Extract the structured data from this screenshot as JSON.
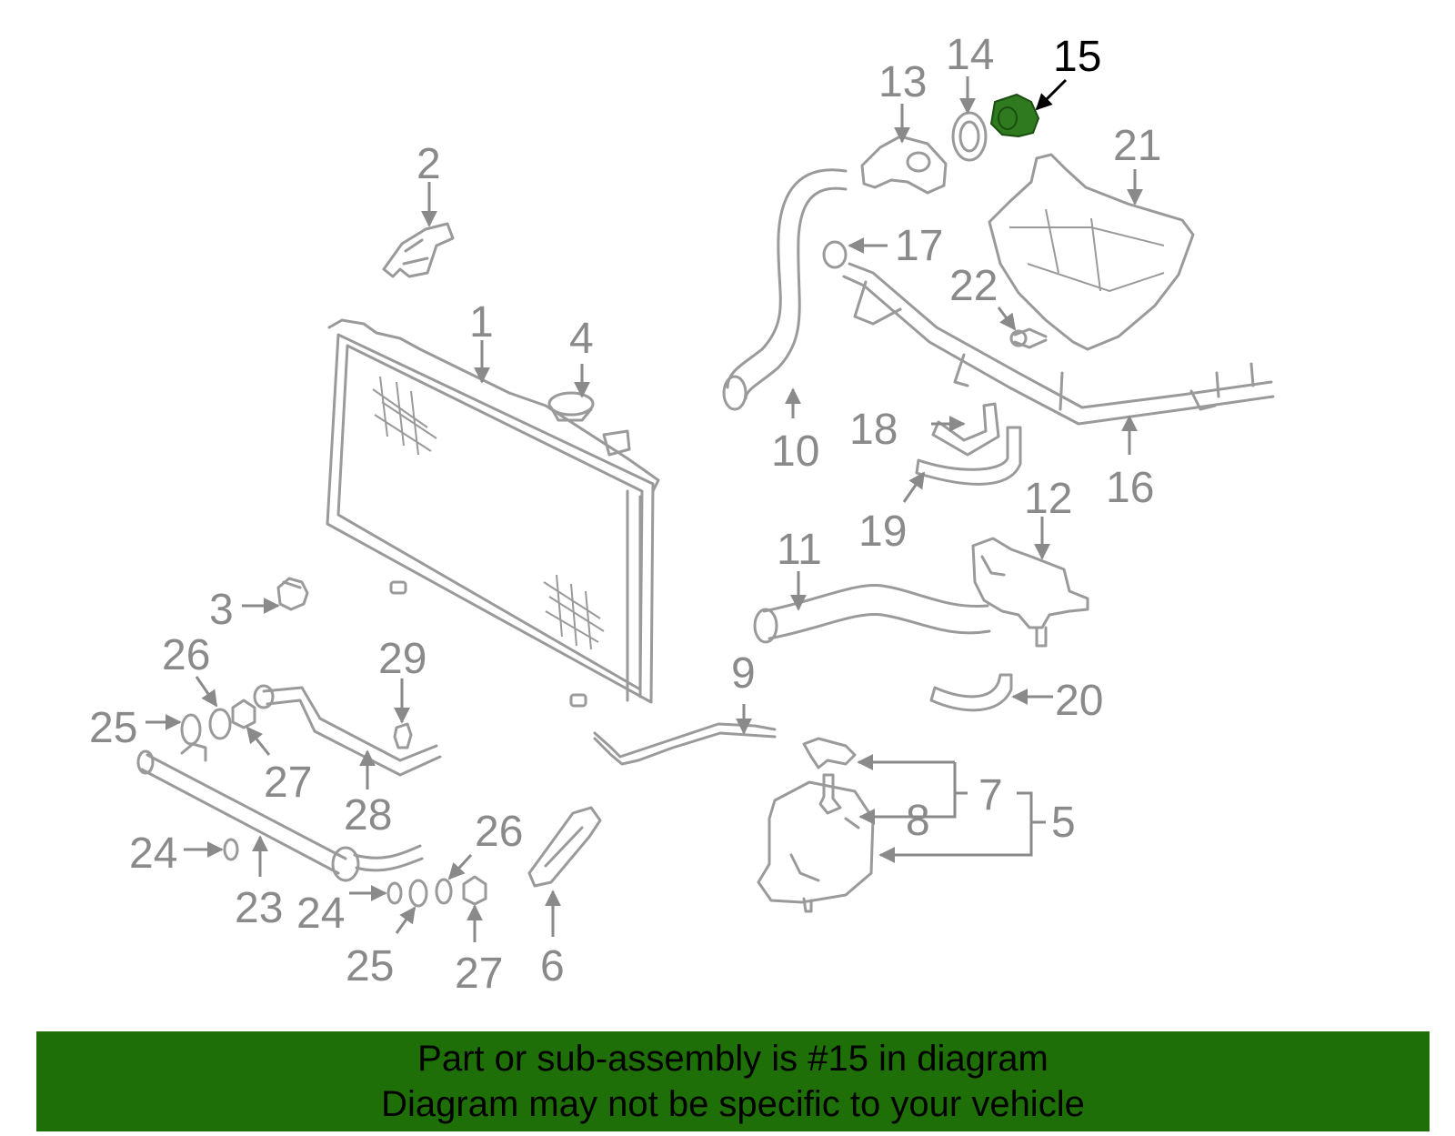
{
  "colors": {
    "part_stroke": "#9a9a9a",
    "label": "#8a8a8a",
    "highlight_part": "#2f7a1f",
    "highlight_label": "#000000",
    "banner_bg": "#1f6f08"
  },
  "highlighted_callout": "15",
  "callouts": [
    {
      "id": "c1",
      "text": "1"
    },
    {
      "id": "c2",
      "text": "2"
    },
    {
      "id": "c3",
      "text": "3"
    },
    {
      "id": "c4",
      "text": "4"
    },
    {
      "id": "c5",
      "text": "5"
    },
    {
      "id": "c6",
      "text": "6"
    },
    {
      "id": "c7",
      "text": "7"
    },
    {
      "id": "c8",
      "text": "8"
    },
    {
      "id": "c9",
      "text": "9"
    },
    {
      "id": "c10",
      "text": "10"
    },
    {
      "id": "c11",
      "text": "11"
    },
    {
      "id": "c12",
      "text": "12"
    },
    {
      "id": "c13",
      "text": "13"
    },
    {
      "id": "c14",
      "text": "14"
    },
    {
      "id": "c15",
      "text": "15"
    },
    {
      "id": "c16",
      "text": "16"
    },
    {
      "id": "c17",
      "text": "17"
    },
    {
      "id": "c18",
      "text": "18"
    },
    {
      "id": "c19",
      "text": "19"
    },
    {
      "id": "c20",
      "text": "20"
    },
    {
      "id": "c21",
      "text": "21"
    },
    {
      "id": "c22",
      "text": "22"
    },
    {
      "id": "c23",
      "text": "23"
    },
    {
      "id": "c24a",
      "text": "24"
    },
    {
      "id": "c24b",
      "text": "24"
    },
    {
      "id": "c25a",
      "text": "25"
    },
    {
      "id": "c25b",
      "text": "25"
    },
    {
      "id": "c26a",
      "text": "26"
    },
    {
      "id": "c26b",
      "text": "26"
    },
    {
      "id": "c27a",
      "text": "27"
    },
    {
      "id": "c27b",
      "text": "27"
    },
    {
      "id": "c28",
      "text": "28"
    },
    {
      "id": "c29",
      "text": "29"
    }
  ],
  "banner": {
    "line1": "Part or sub-assembly is #15 in diagram",
    "line2": "Diagram may not be specific to your vehicle"
  }
}
